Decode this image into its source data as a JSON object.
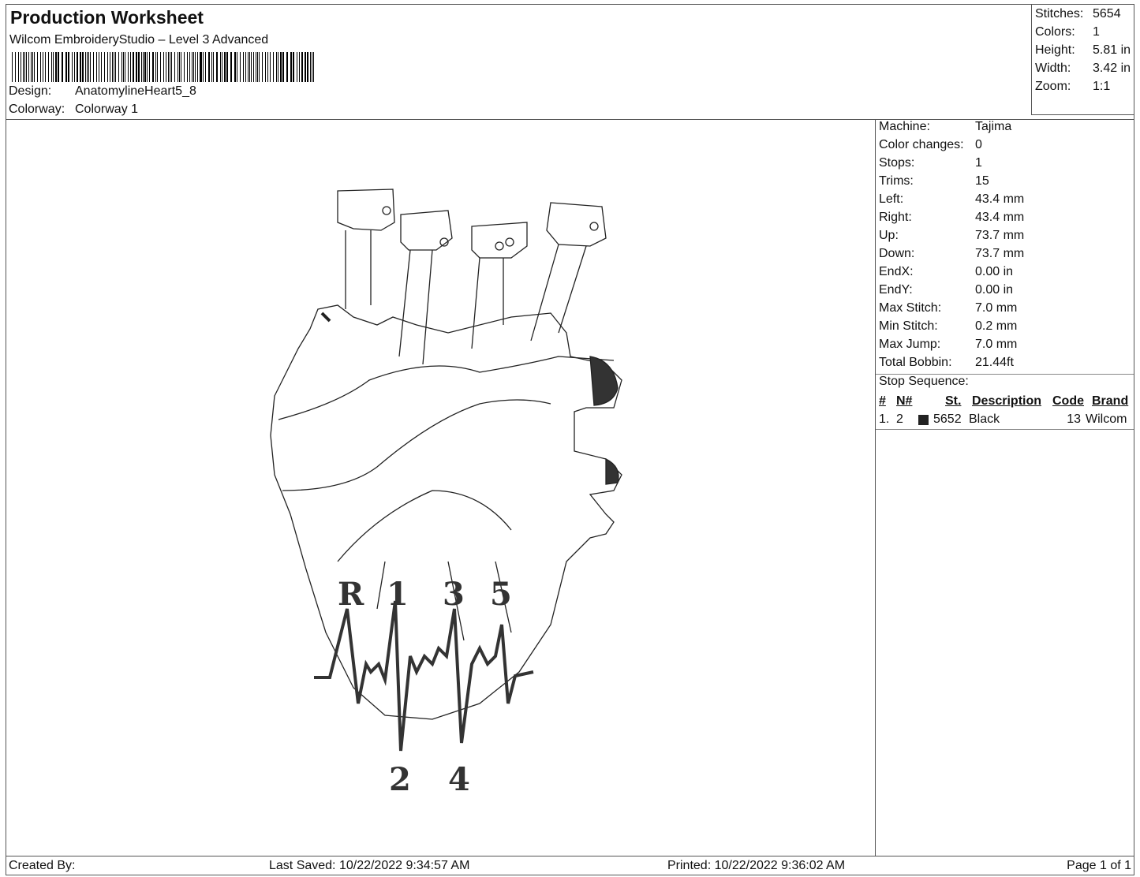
{
  "header": {
    "title": "Production Worksheet",
    "subtitle": "Wilcom EmbroideryStudio – Level 3 Advanced",
    "design_label": "Design:",
    "design": "AnatomylineHeart5_8",
    "colorway_label": "Colorway:",
    "colorway": "Colorway 1"
  },
  "stats": [
    {
      "label": "Stitches:",
      "value": "5654"
    },
    {
      "label": "Colors:",
      "value": "1"
    },
    {
      "label": "Height:",
      "value": "5.81 in"
    },
    {
      "label": "Width:",
      "value": "3.42 in"
    },
    {
      "label": "Zoom:",
      "value": "1:1"
    }
  ],
  "machine_info": [
    {
      "label": "Machine:",
      "value": "Tajima"
    },
    {
      "label": "Color changes:",
      "value": "0"
    },
    {
      "label": "Stops:",
      "value": "1"
    },
    {
      "label": "Trims:",
      "value": "15"
    },
    {
      "label": "Left:",
      "value": "43.4 mm"
    },
    {
      "label": "Right:",
      "value": "43.4 mm"
    },
    {
      "label": "Up:",
      "value": "73.7 mm"
    },
    {
      "label": "Down:",
      "value": "73.7 mm"
    },
    {
      "label": "EndX:",
      "value": "0.00 in"
    },
    {
      "label": "EndY:",
      "value": "0.00 in"
    },
    {
      "label": "Max Stitch:",
      "value": "7.0 mm"
    },
    {
      "label": "Min Stitch:",
      "value": "0.2 mm"
    },
    {
      "label": "Max Jump:",
      "value": "7.0 mm"
    },
    {
      "label": "Total Bobbin:",
      "value": "21.44ft"
    }
  ],
  "stop_sequence": {
    "title": "Stop Sequence:",
    "columns": [
      "#",
      "N#",
      "St.",
      "Description",
      "Code",
      "Brand"
    ],
    "rows": [
      {
        "num": "1.",
        "n": "2",
        "color": "#222222",
        "st": "5652",
        "description": "Black",
        "code": "13",
        "brand": "Wilcom"
      }
    ]
  },
  "design_lettering": {
    "top": [
      "R",
      "1",
      "3",
      "5"
    ],
    "bottom": [
      "2",
      "4"
    ]
  },
  "footer": {
    "created": "Created By:",
    "saved": "Last Saved: 10/22/2022 9:34:57 AM",
    "printed": "Printed: 10/22/2022 9:36:02 AM",
    "page": "Page 1 of 1"
  }
}
